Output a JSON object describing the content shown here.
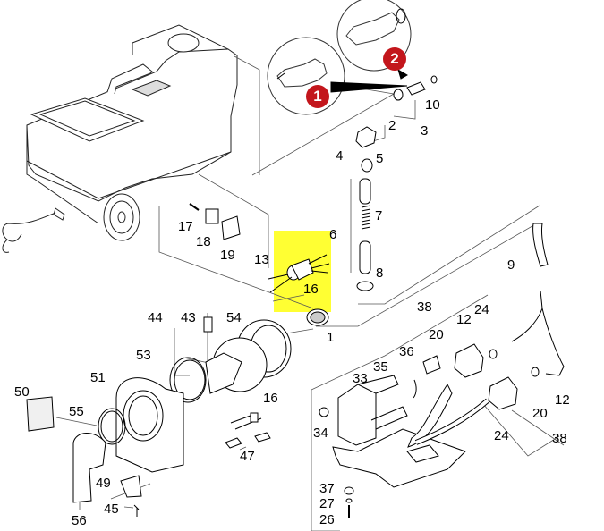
{
  "diagram": {
    "type": "exploded-parts-diagram",
    "highlight_color": "#ffff33",
    "badge_color": "#c3161c",
    "detail_variants": [
      {
        "badge": "1",
        "description": "hose nipple variant 1"
      },
      {
        "badge": "2",
        "description": "hose nipple variant 2 with o-ring"
      }
    ],
    "callouts": [
      {
        "id": "c10",
        "number": "10"
      },
      {
        "id": "c2",
        "number": "2"
      },
      {
        "id": "c3",
        "number": "3"
      },
      {
        "id": "c4",
        "number": "4"
      },
      {
        "id": "c5",
        "number": "5"
      },
      {
        "id": "c6",
        "number": "6"
      },
      {
        "id": "c7",
        "number": "7"
      },
      {
        "id": "c8",
        "number": "8"
      },
      {
        "id": "c9",
        "number": "9"
      },
      {
        "id": "c13",
        "number": "13"
      },
      {
        "id": "c16a",
        "number": "16"
      },
      {
        "id": "c17",
        "number": "17"
      },
      {
        "id": "c18",
        "number": "18"
      },
      {
        "id": "c19",
        "number": "19"
      },
      {
        "id": "c1",
        "number": "1"
      },
      {
        "id": "c44",
        "number": "44"
      },
      {
        "id": "c43",
        "number": "43"
      },
      {
        "id": "c54",
        "number": "54"
      },
      {
        "id": "c53",
        "number": "53"
      },
      {
        "id": "c51",
        "number": "51"
      },
      {
        "id": "c50",
        "number": "50"
      },
      {
        "id": "c55",
        "number": "55"
      },
      {
        "id": "c16b",
        "number": "16"
      },
      {
        "id": "c47",
        "number": "47"
      },
      {
        "id": "c49",
        "number": "49"
      },
      {
        "id": "c45",
        "number": "45"
      },
      {
        "id": "c56",
        "number": "56"
      },
      {
        "id": "c38a",
        "number": "38"
      },
      {
        "id": "c24a",
        "number": "24"
      },
      {
        "id": "c12a",
        "number": "12"
      },
      {
        "id": "c20a",
        "number": "20"
      },
      {
        "id": "c36",
        "number": "36"
      },
      {
        "id": "c35",
        "number": "35"
      },
      {
        "id": "c33",
        "number": "33"
      },
      {
        "id": "c34",
        "number": "34"
      },
      {
        "id": "c20b",
        "number": "20"
      },
      {
        "id": "c12b",
        "number": "12"
      },
      {
        "id": "c24b",
        "number": "24"
      },
      {
        "id": "c38b",
        "number": "38"
      },
      {
        "id": "c37",
        "number": "37"
      },
      {
        "id": "c27",
        "number": "27"
      },
      {
        "id": "c26",
        "number": "26"
      }
    ]
  }
}
